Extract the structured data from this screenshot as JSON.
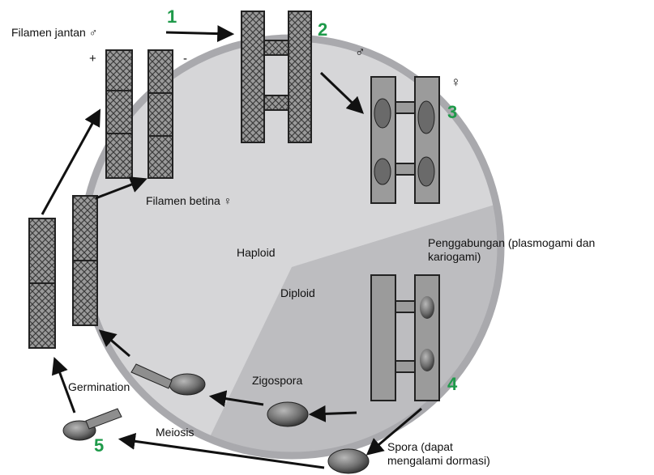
{
  "labels": {
    "male_filament": "Filamen jantan ♂",
    "plus": "+",
    "minus": "-",
    "female_filament": "Filamen betina ♀",
    "male_symbol": "♂",
    "female_symbol": "♀",
    "haploid": "Haploid",
    "diploid": "Diploid",
    "fusion": "Penggabungan (plasmogami dan\nkariogami)",
    "zygospore": "Zigospora",
    "germination": "Germination",
    "meiosis": "Meiosis",
    "spore": "Spora (dapat\nmengalami dormasi)"
  },
  "steps": [
    "1",
    "2",
    "3",
    "4",
    "5"
  ],
  "colors": {
    "step_number": "#1f9a4a",
    "haploid_region": "#d6d6d8",
    "diploid_region": "#bdbdc0",
    "cycle_ring": "#a9a9ad",
    "filament_fill": "#8a8a8a",
    "arrow": "#111111"
  }
}
